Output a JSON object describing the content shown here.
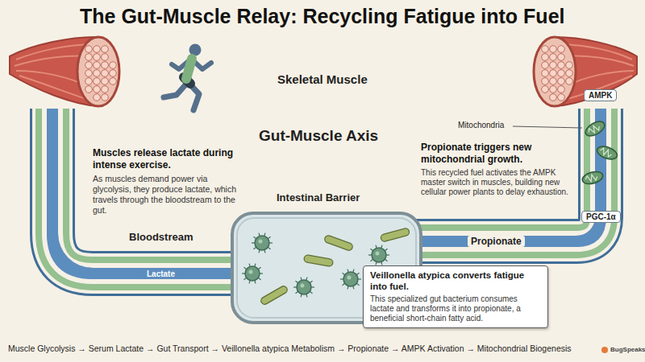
{
  "diagram": {
    "title": "The Gut-Muscle Relay: Recycling Fatigue into Fuel",
    "nodes": [
      {
        "text": [
          "Muscles release lactate during intense exercise.",
          "As muscles demand power via glycolysis, they produce lactate, which travels through the bloodstream to the gut."
        ]
      },
      {
        "text": [
          "Propionate triggers new mitochondrial growth.",
          "This recycled fuel activates the AMPK master switch in muscles, building new cellular power plants to delay exhaustion."
        ]
      },
      {
        "text": [
          "AMPK"
        ]
      },
      {
        "text": [
          "Intestinal Barrier"
        ]
      },
      {
        "text": [
          "Veillonella atypica converts fatigue into fuel.",
          "This specialized gut bacterium consumes lactate and transforms it into propionate, a beneficial short-chain fatty acid."
        ],
        "in": 3
      },
      {
        "text": [
          "PGC-1α"
        ]
      }
    ],
    "edges": [
      {
        "from": 0,
        "to": 3,
        "label": "Lactate",
        "arrow": "none"
      },
      {
        "from": 3,
        "to": 1,
        "label": "Propionate",
        "arrow": "none"
      }
    ],
    "labels": [
      "Skeletal Muscle",
      "Mitochondria",
      "Gut-Muscle Axis",
      "Bloodstream",
      "Muscle Glycolysis → Serum Lactate → Gut Transport → Veillonella atypica Metabolism → Propionate → AMPK Activation → Mitochondrial Biogenesis",
      "BugSpeaks"
    ]
  }
}
